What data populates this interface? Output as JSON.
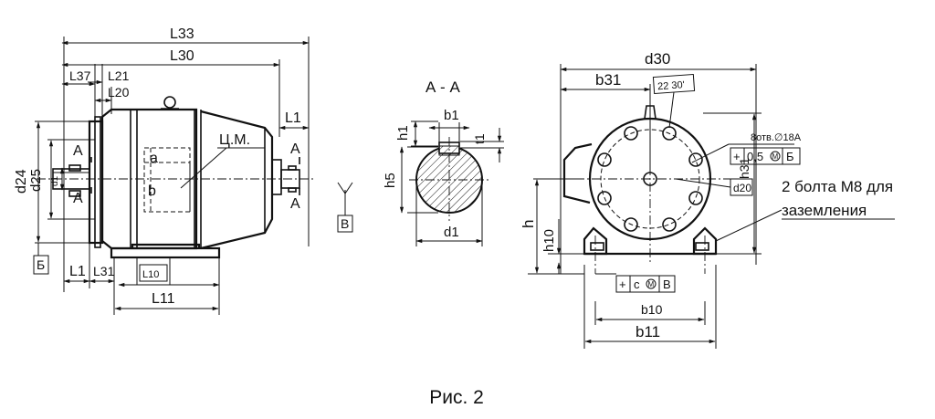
{
  "caption": "Рис. 2",
  "section_title": "А - А",
  "side_view": {
    "L33": "L33",
    "L30": "L30",
    "L37": "L37",
    "L21": "L21",
    "L20": "L20",
    "L1_top": "L1",
    "L1_bottom": "L1",
    "L31": "L31",
    "L10": "L10",
    "L11": "L11",
    "d24": "d24",
    "d25": "d25",
    "d1": "d1",
    "A_left_top": "А",
    "A_left_bottom": "А",
    "A_right_top": "А",
    "A_right_bottom": "А",
    "a": "a",
    "b": "b",
    "cm": "Ц.М.",
    "base_B": "Б",
    "datum_V": "В"
  },
  "section_view": {
    "b1": "b1",
    "t1": "t1",
    "h1": "h1",
    "h5": "h5",
    "d1": "d1"
  },
  "front_view": {
    "d30": "d30",
    "b31": "b31",
    "angle": "22 30'",
    "holes": "8отв.∅18А",
    "tol_pos": "+",
    "tol_val": "0,5",
    "tol_m": "M",
    "tol_datum": "Б",
    "h31": "h31",
    "d20": "d20",
    "h": "h",
    "h10": "h10",
    "b10": "b10",
    "b11": "b11",
    "tol2_pos": "+",
    "tol2_val": "c",
    "tol2_m": "M",
    "tol2_datum": "В",
    "bolt_line1": "2 болта М8 для",
    "bolt_line2": "заземления"
  },
  "colors": {
    "ink": "#111111",
    "paper": "#ffffff"
  }
}
